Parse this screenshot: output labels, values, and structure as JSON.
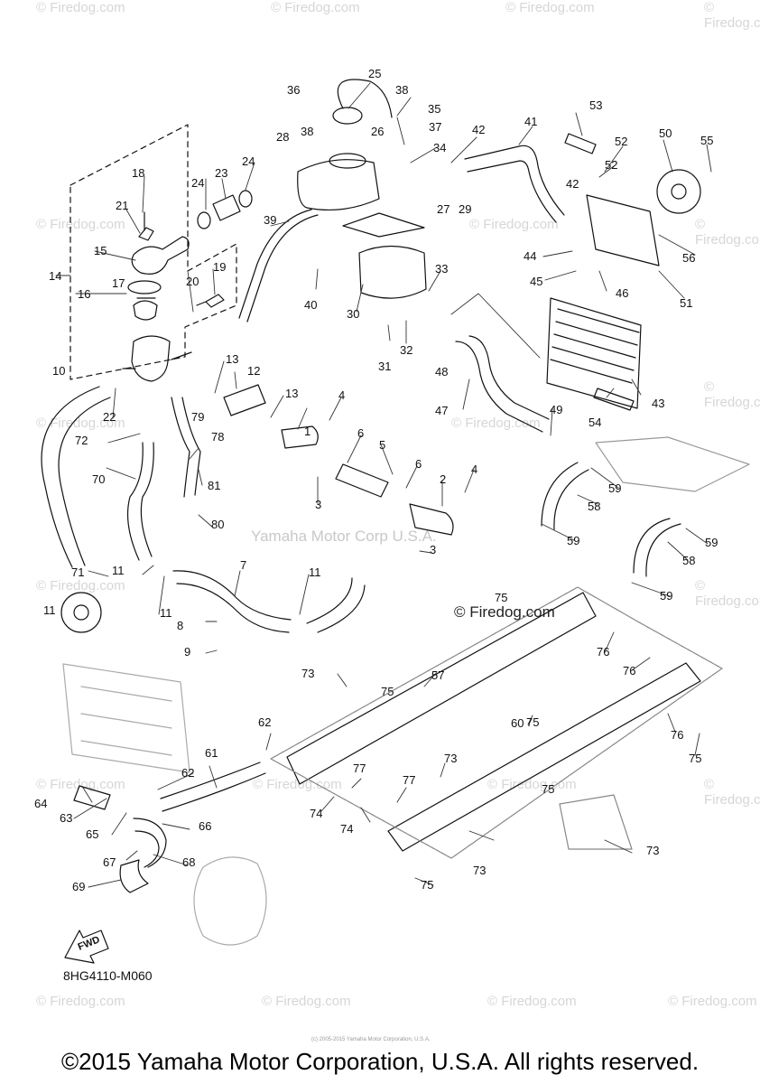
{
  "watermark_text": "© Firedog.com",
  "center_watermark": "Yamaha Motor Corp U.S.A.",
  "firedog_label": "© Firedog.com",
  "diagram_code": "8HG4110-M060",
  "fwd_label": "FWD",
  "micro_copyright": "(c) 2005-2015 Yamaha Motor Corporation, U.S.A.",
  "copyright": "©2015 Yamaha Motor Corporation, U.S.A. All rights reserved.",
  "callouts": [
    "1",
    "2",
    "3",
    "3",
    "4",
    "4",
    "5",
    "6",
    "6",
    "7",
    "8",
    "9",
    "10",
    "11",
    "11",
    "11",
    "11",
    "12",
    "13",
    "13",
    "14",
    "15",
    "16",
    "17",
    "18",
    "19",
    "20",
    "21",
    "22",
    "23",
    "24",
    "24",
    "25",
    "26",
    "27",
    "28",
    "29",
    "30",
    "31",
    "32",
    "33",
    "34",
    "35",
    "36",
    "37",
    "38",
    "38",
    "39",
    "40",
    "41",
    "42",
    "42",
    "43",
    "44",
    "45",
    "46",
    "47",
    "48",
    "49",
    "50",
    "51",
    "52",
    "52",
    "53",
    "54",
    "55",
    "56",
    "57",
    "58",
    "58",
    "59",
    "59",
    "59",
    "59",
    "60",
    "61",
    "62",
    "62",
    "63",
    "64",
    "65",
    "66",
    "67",
    "68",
    "69",
    "70",
    "71",
    "72",
    "73",
    "73",
    "73",
    "73",
    "74",
    "74",
    "75",
    "75",
    "75",
    "75",
    "75",
    "75",
    "76",
    "76",
    "76",
    "77",
    "77",
    "78",
    "79",
    "80",
    "81"
  ]
}
